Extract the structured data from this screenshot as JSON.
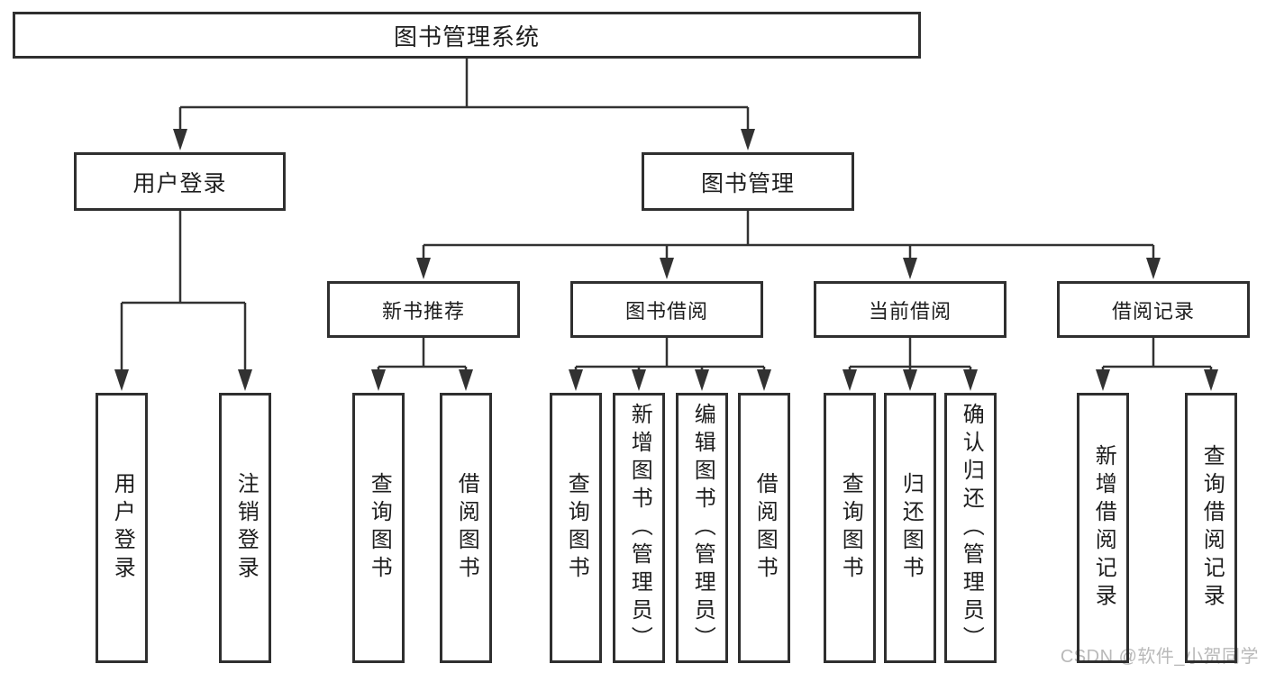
{
  "diagram": {
    "type": "hierarchy-tree",
    "title": "图书管理系统",
    "colors": {
      "background": "#ffffff",
      "line": "#323232",
      "border": "#2f2f2f",
      "text": "#1e1e1e",
      "watermark": "#b9b9b9"
    },
    "watermark": "CSDN @软件_小贺同学",
    "tree": {
      "label": "图书管理系统",
      "children": [
        {
          "label": "用户登录",
          "children": [
            {
              "label": "用户登录"
            },
            {
              "label": "注销登录"
            }
          ]
        },
        {
          "label": "图书管理",
          "children": [
            {
              "label": "新书推荐",
              "children": [
                {
                  "label": "查询图书"
                },
                {
                  "label": "借阅图书"
                }
              ]
            },
            {
              "label": "图书借阅",
              "children": [
                {
                  "label": "查询图书"
                },
                {
                  "label": "新增图书（管理员）"
                },
                {
                  "label": "编辑图书（管理员）"
                },
                {
                  "label": "借阅图书"
                }
              ]
            },
            {
              "label": "当前借阅",
              "children": [
                {
                  "label": "查询图书"
                },
                {
                  "label": "归还图书"
                },
                {
                  "label": "确认归还（管理员）"
                }
              ]
            },
            {
              "label": "借阅记录",
              "children": [
                {
                  "label": "新增借阅记录"
                },
                {
                  "label": "查询借阅记录"
                }
              ]
            }
          ]
        }
      ]
    }
  }
}
